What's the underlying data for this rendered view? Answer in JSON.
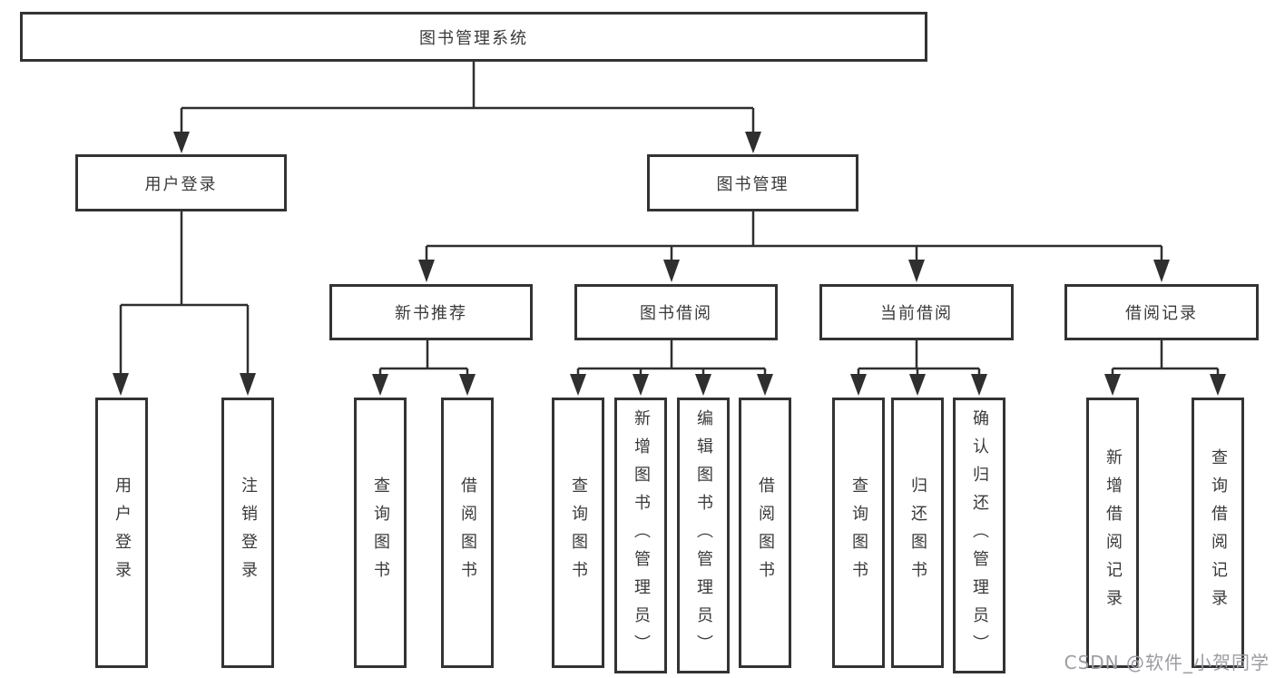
{
  "diagram": {
    "type": "tree",
    "title_node": "图书管理系统",
    "nodes": {
      "system": {
        "label": "图书管理系统"
      },
      "user_login": {
        "label": "用户登录"
      },
      "book_mgmt": {
        "label": "图书管理"
      },
      "new_books": {
        "label": "新书推荐"
      },
      "book_borrow": {
        "label": "图书借阅"
      },
      "cur_borrow": {
        "label": "当前借阅"
      },
      "records": {
        "label": "借阅记录"
      },
      "login_v": {
        "label": "用户登录"
      },
      "logout_v": {
        "label": "注销登录"
      },
      "nb_query": {
        "label": "查询图书"
      },
      "nb_borrow": {
        "label": "借阅图书"
      },
      "bb_query": {
        "label": "查询图书"
      },
      "bb_add": {
        "label": "新增图书（管理员）"
      },
      "bb_edit": {
        "label": "编辑图书（管理员）"
      },
      "bb_borrow": {
        "label": "借阅图书"
      },
      "cb_query": {
        "label": "查询图书"
      },
      "cb_return": {
        "label": "归还图书"
      },
      "cb_confirm": {
        "label": "确认归还（管理员）"
      },
      "br_add": {
        "label": "新增借阅记录"
      },
      "br_query": {
        "label": "查询借阅记录"
      }
    },
    "edges": [
      {
        "from": "system",
        "to": "user_login"
      },
      {
        "from": "system",
        "to": "book_mgmt"
      },
      {
        "from": "user_login",
        "to": "login_v"
      },
      {
        "from": "user_login",
        "to": "logout_v"
      },
      {
        "from": "book_mgmt",
        "to": "new_books"
      },
      {
        "from": "book_mgmt",
        "to": "book_borrow"
      },
      {
        "from": "book_mgmt",
        "to": "cur_borrow"
      },
      {
        "from": "book_mgmt",
        "to": "records"
      },
      {
        "from": "new_books",
        "to": "nb_query"
      },
      {
        "from": "new_books",
        "to": "nb_borrow"
      },
      {
        "from": "book_borrow",
        "to": "bb_query"
      },
      {
        "from": "book_borrow",
        "to": "bb_add"
      },
      {
        "from": "book_borrow",
        "to": "bb_edit"
      },
      {
        "from": "book_borrow",
        "to": "bb_borrow"
      },
      {
        "from": "cur_borrow",
        "to": "cb_query"
      },
      {
        "from": "cur_borrow",
        "to": "cb_return"
      },
      {
        "from": "cur_borrow",
        "to": "cb_confirm"
      },
      {
        "from": "records",
        "to": "br_add"
      },
      {
        "from": "records",
        "to": "br_query"
      }
    ],
    "colors": {
      "line": "#2f2f2f",
      "box_border": "#333333",
      "box_fill": "#ffffff",
      "text": "#3a3a3a",
      "background": "#ffffff",
      "watermark_text_color": "#9b9ba3"
    }
  },
  "watermark": {
    "text": "CSDN @软件_小贺同学"
  }
}
